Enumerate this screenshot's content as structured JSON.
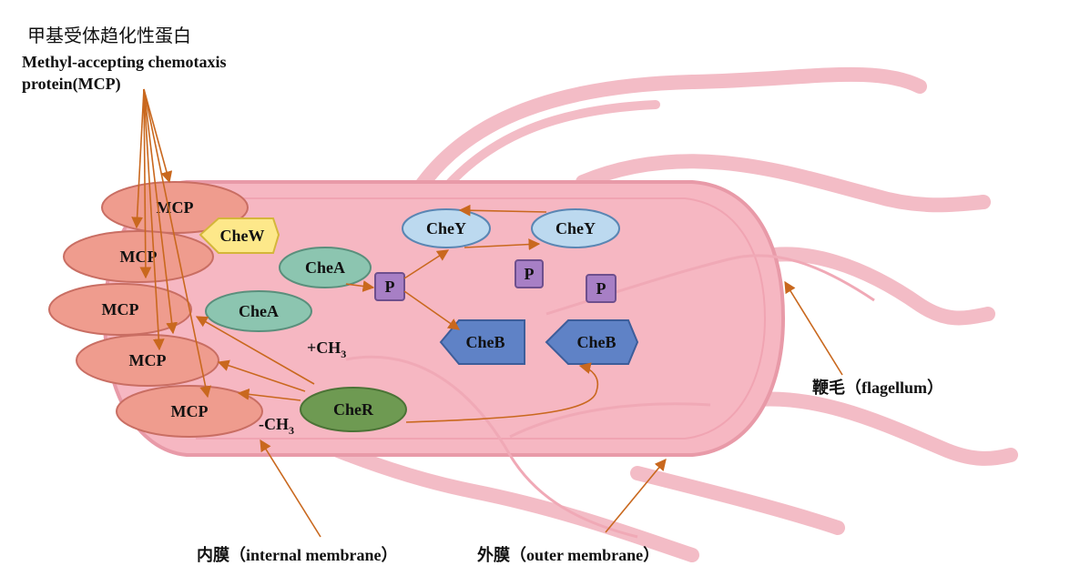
{
  "labels": {
    "mcp_title_cn": "甲基受体趋化性蛋白",
    "mcp_title_en_line1": "Methyl-accepting chemotaxis",
    "mcp_title_en_line2": "protein(MCP)",
    "flagellum": "鞭毛（flagellum）",
    "internal_membrane": "内膜（internal membrane）",
    "outer_membrane": "外膜（outer membrane）",
    "plus_ch3": "+CH",
    "minus_ch3": "-CH",
    "ch3_subscript": "3"
  },
  "nodes": {
    "mcp": [
      "MCP",
      "MCP",
      "MCP",
      "MCP",
      "MCP"
    ],
    "chew": "CheW",
    "chea_1": "CheA",
    "chea_2": "CheA",
    "cher": "CheR",
    "chey_1": "CheY",
    "chey_2": "CheY",
    "cheb_1": "CheB",
    "cheb_2": "CheB",
    "p": [
      "P",
      "P",
      "P"
    ]
  },
  "colors": {
    "cell_body": "#f6b7c2",
    "cell_border": "#e89aa8",
    "flagellum": "#f3bcc6",
    "mcp_fill": "#ef9c8e",
    "mcp_stroke": "#c96e63",
    "chew_fill": "#fde88a",
    "chea_fill": "#8cc5b0",
    "cher_fill": "#6e9a52",
    "chey_fill": "#bcd9ef",
    "cheb_fill": "#5f82c6",
    "p_fill": "#a77fc5",
    "arrow": "#c9681e"
  }
}
